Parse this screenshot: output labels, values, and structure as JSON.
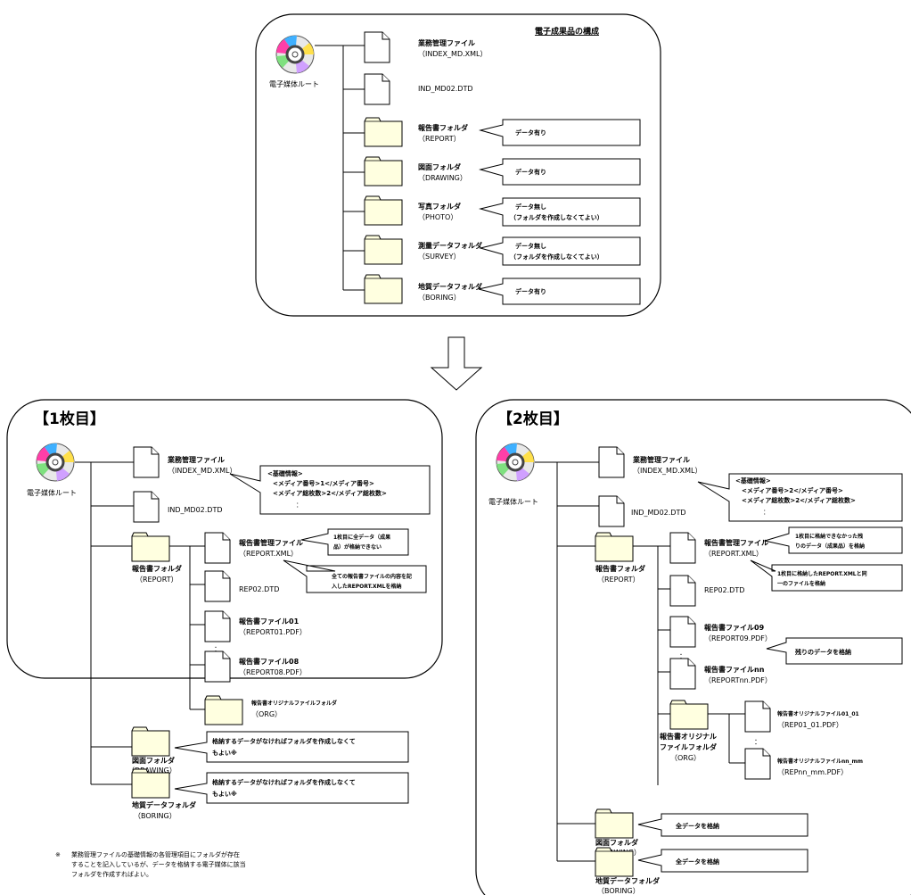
{
  "top": {
    "title": "電子成果品の構成",
    "root": "電子媒体ルート",
    "items": [
      {
        "name": "業務管理ファイル",
        "sub": "（INDEX_MD.XML）"
      },
      {
        "name": "IND_MD02.DTD"
      },
      {
        "name": "報告書フォルダ",
        "sub": "（REPORT）",
        "note": "データ有り"
      },
      {
        "name": "図面フォルダ",
        "sub": "（DRAWING）",
        "note": "データ有り"
      },
      {
        "name": "写真フォルダ",
        "sub": "（PHOTO）",
        "note1": "データ無し",
        "note2": "（フォルダを作成しなくてよい）"
      },
      {
        "name": "測量データフォルダ",
        "sub": "（SURVEY）",
        "note1": "データ無し",
        "note2": "（フォルダを作成しなくてよい）"
      },
      {
        "name": "地質データフォルダ",
        "sub": "（BORING）",
        "note": "データ有り"
      }
    ]
  },
  "left": {
    "header": "【1枚目】",
    "root": "電子媒体ルート",
    "mgmt": "業務管理ファイル",
    "mgmt_sub": "（INDEX_MD.XML）",
    "info1": "<基礎情報>",
    "info2": "<メディア番号>1</メディア番号>",
    "info3": "<メディア総枚数>2</メディア総枚数>",
    "info4": "：",
    "dtd": "IND_MD02.DTD",
    "rep_folder": "報告書フォルダ",
    "rep_folder_sub": "（REPORT）",
    "rep_mgmt": "報告書管理ファイル",
    "rep_mgmt_sub": "（REPORT.XML）",
    "c1a": "1枚目に全データ（成果",
    "c1b": "品）が格納できない",
    "c2a": "全ての報告書ファイルの内容を記",
    "c2b": "入したREPORT.XMLを格納",
    "rep_dtd": "REP02.DTD",
    "rf1": "報告書ファイル01",
    "rf1_sub": "（REPORT01.PDF）",
    "dots": "：",
    "rf2": "報告書ファイル08",
    "rf2_sub": "（REPORT08.PDF）",
    "org": "報告書オリジナルファイルフォルダ",
    "org_sub": "（ORG）",
    "draw": "図面フォルダ",
    "draw_sub": "（DRAWING）",
    "draw_note1": "格納するデータがなければフォルダを作成しなくて",
    "draw_note2": "もよい※",
    "bor": "地質データフォルダ",
    "bor_sub": "（BORING）",
    "bor_note1": "格納するデータがなければフォルダを作成しなくて",
    "bor_note2": "もよい※",
    "foot_mark": "※",
    "foot1": "業務管理ファイルの基礎情報の各管理項目にフォルダが存在",
    "foot2": "することを記入しているが、データを格納する電子媒体に該当",
    "foot3": "フォルダを作成すればよい。"
  },
  "right": {
    "header": "【2枚目】",
    "root": "電子媒体ルート",
    "mgmt": "業務管理ファイル",
    "mgmt_sub": "（INDEX_MD.XML）",
    "info1": "<基礎情報>",
    "info2": "<メディア番号>2</メディア番号>",
    "info3": "<メディア総枚数>2</メディア総枚数>",
    "info4": "：",
    "dtd": "IND_MD02.DTD",
    "rep_folder": "報告書フォルダ",
    "rep_folder_sub": "（REPORT）",
    "rep_mgmt": "報告書管理ファイル",
    "rep_mgmt_sub": "（REPORT.XML）",
    "c1a": "1枚目に格納できなかった残",
    "c1b": "りのデータ（成果品）を格納",
    "c2a": "1枚目に格納したREPORT.XMLと同",
    "c2b": "一のファイルを格納",
    "rep_dtd": "REP02.DTD",
    "rf1": "報告書ファイル09",
    "rf1_sub": "（REPORT09.PDF）",
    "rest": "残りのデータを格納",
    "dots": "：",
    "rf2": "報告書ファイルnn",
    "rf2_sub": "（REPORTnn.PDF）",
    "org1": "報告書オリジナル",
    "org2": "ファイルフォルダ",
    "org_sub": "（ORG）",
    "of1": "報告書オリジナルファイル01_01",
    "of1_sub": "（REP01_01.PDF）",
    "of2": "報告書オリジナルファイルnn_mm",
    "of2_sub": "（REPnn_mm.PDF）",
    "draw": "図面フォルダ",
    "draw_sub": "（DRAWING）",
    "draw_note": "全データを格納",
    "bor": "地質データフォルダ",
    "bor_sub": "（BORING）",
    "bor_note": "全データを格納"
  }
}
